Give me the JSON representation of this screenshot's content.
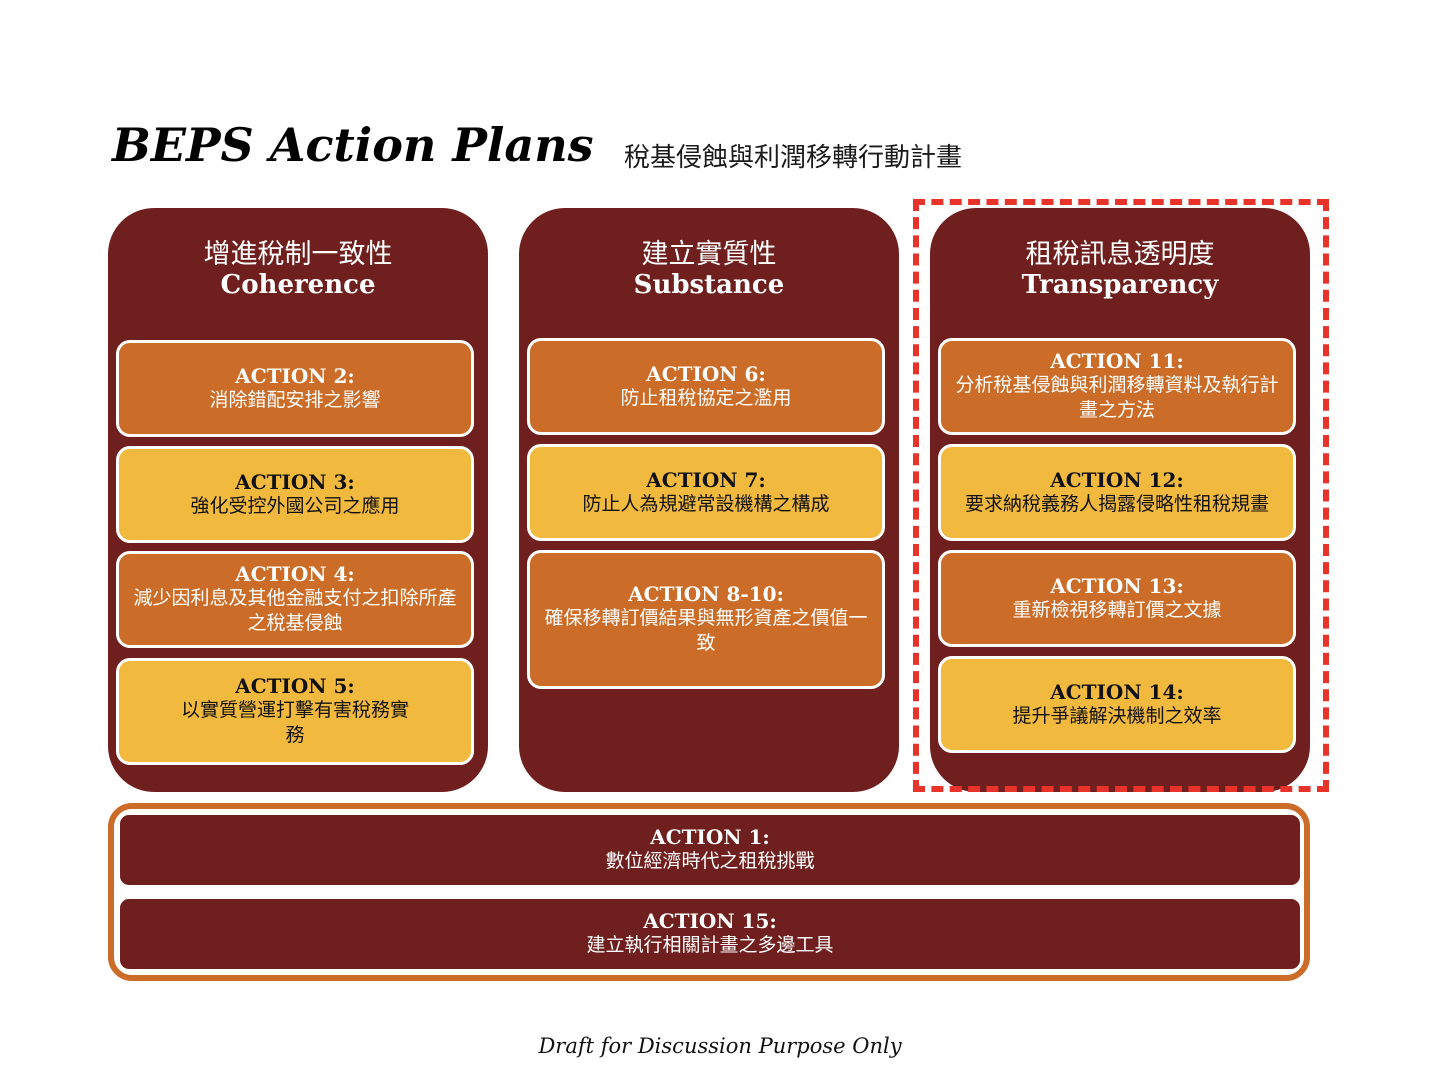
{
  "title": "BEPS Action Plans",
  "subtitle": "稅基侵蝕與利潤移轉行動計畫",
  "columns": [
    {
      "heading_zh": "增進稅制一致性",
      "heading_en": "Coherence",
      "actions": [
        {
          "label": "ACTION 2:",
          "desc": "消除錯配安排之影響"
        },
        {
          "label": "ACTION 3:",
          "desc": "強化受控外國公司之應用"
        },
        {
          "label": "ACTION 4:",
          "desc": "減少因利息及其他金融支付之扣除所產之稅基侵蝕"
        },
        {
          "label": "ACTION 5:",
          "desc": "以實質營運打擊有害稅務實務"
        }
      ]
    },
    {
      "heading_zh": "建立實質性",
      "heading_en": "Substance",
      "actions": [
        {
          "label": "ACTION 6:",
          "desc": "防止租稅協定之濫用"
        },
        {
          "label": "ACTION 7:",
          "desc": "防止人為規避常設機構之構成"
        },
        {
          "label": "ACTION 8-10:",
          "desc": "確保移轉訂價結果與無形資產之價值一致"
        }
      ]
    },
    {
      "heading_zh": "租稅訊息透明度",
      "heading_en": "Transparency",
      "actions": [
        {
          "label": "ACTION 11:",
          "desc": "分析稅基侵蝕與利潤移轉資料及執行計畫之方法"
        },
        {
          "label": "ACTION 12:",
          "desc": "要求納稅義務人揭露侵略性租稅規畫"
        },
        {
          "label": "ACTION 13:",
          "desc": "重新檢視移轉訂價之文據"
        },
        {
          "label": "ACTION 14:",
          "desc": "提升爭議解決機制之效率"
        }
      ]
    }
  ],
  "cross_actions": [
    {
      "label": "ACTION 1:",
      "desc": "數位經濟時代之租稅挑戰"
    },
    {
      "label": "ACTION 15:",
      "desc": "建立執行相關計畫之多邊工具"
    }
  ],
  "footer": "Draft for Discussion Purpose Only",
  "colors": {
    "column_bg": "#6e1f1e",
    "box_dark": "#cb6d28",
    "box_light": "#f2b93f",
    "highlight_dash": "#e8332b"
  }
}
